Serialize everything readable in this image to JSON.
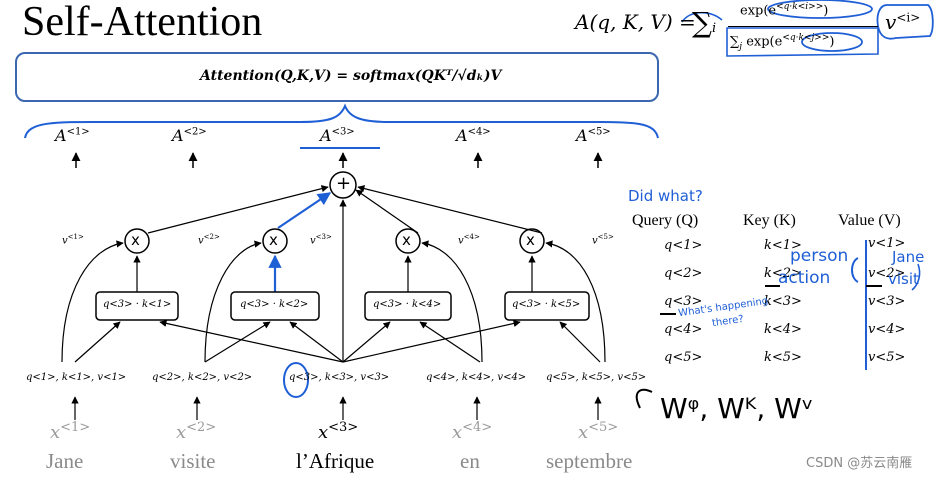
{
  "title": "Self-Attention",
  "attention_formula": "Attention(Q,K,V) = softmax(QKᵀ/√dₖ)V",
  "top_formula": {
    "lhs": "A(q, K, V) =",
    "sum": "∑",
    "sum_sub": "i",
    "numerator": "exp(e",
    "numerator_exp": "<q·k<i>>",
    "numerator_close": ")",
    "denominator": "∑",
    "denominator_sub": "j",
    "denominator_body": " exp(e",
    "denominator_exp": "<q·k<j>>",
    "denominator_close": ")",
    "v": "v",
    "v_sup": "<i>"
  },
  "outputs": [
    {
      "base": "A",
      "sup": "<1>"
    },
    {
      "base": "A",
      "sup": "<2>"
    },
    {
      "base": "A",
      "sup": "<3>"
    },
    {
      "base": "A",
      "sup": "<4>"
    },
    {
      "base": "A",
      "sup": "<5>"
    }
  ],
  "plus_symbol": "+",
  "mult_symbol": "x",
  "v_labels": [
    {
      "base": "v",
      "sup": "<1>"
    },
    {
      "base": "v",
      "sup": "<2>"
    },
    {
      "base": "v",
      "sup": "<3>"
    },
    {
      "base": "v",
      "sup": "<4>"
    },
    {
      "base": "v",
      "sup": "<5>"
    }
  ],
  "dot_boxes": [
    "q<3> · k<1>",
    "q<3> · k<2>",
    "q<3> · k<4>",
    "q<3> · k<5>"
  ],
  "qkv_labels": [
    "q<1>, k<1>, v<1>",
    "q<2>, k<2>, v<2>",
    "q<3>, k<3>, v<3>",
    "q<4>, k<4>, v<4>",
    "q<5>, k<5>, v<5>"
  ],
  "inputs": [
    {
      "base": "x",
      "sup": "<1>",
      "word": "Jane"
    },
    {
      "base": "x",
      "sup": "<2>",
      "word": "visite"
    },
    {
      "base": "x",
      "sup": "<3>",
      "word": "l’Afrique"
    },
    {
      "base": "x",
      "sup": "<4>",
      "word": "en"
    },
    {
      "base": "x",
      "sup": "<5>",
      "word": "septembre"
    }
  ],
  "table": {
    "headers": [
      "Query (Q)",
      "Key (K)",
      "Value (V)"
    ],
    "rows": [
      [
        "q<1>",
        "k<1>",
        "v<1>"
      ],
      [
        "q<2>",
        "k<2>",
        "v<2>"
      ],
      [
        "q<3>",
        "k<3>",
        "v<3>"
      ],
      [
        "q<4>",
        "k<4>",
        "v<4>"
      ],
      [
        "q<5>",
        "k<5>",
        "v<5>"
      ]
    ]
  },
  "annotations": {
    "did_what": "Did what?",
    "person": "person",
    "action": "action",
    "jane": "Jane",
    "visit": "visit",
    "whats_happening": "What's happening",
    "there": "there?",
    "weights": "Wᵠ, Wᴷ, Wᵛ"
  },
  "watermark": "CSDN @苏云南雁",
  "colors": {
    "accent": "#1f5fd6",
    "box_border": "#3a67b0",
    "gray": "#8a8a8a"
  }
}
